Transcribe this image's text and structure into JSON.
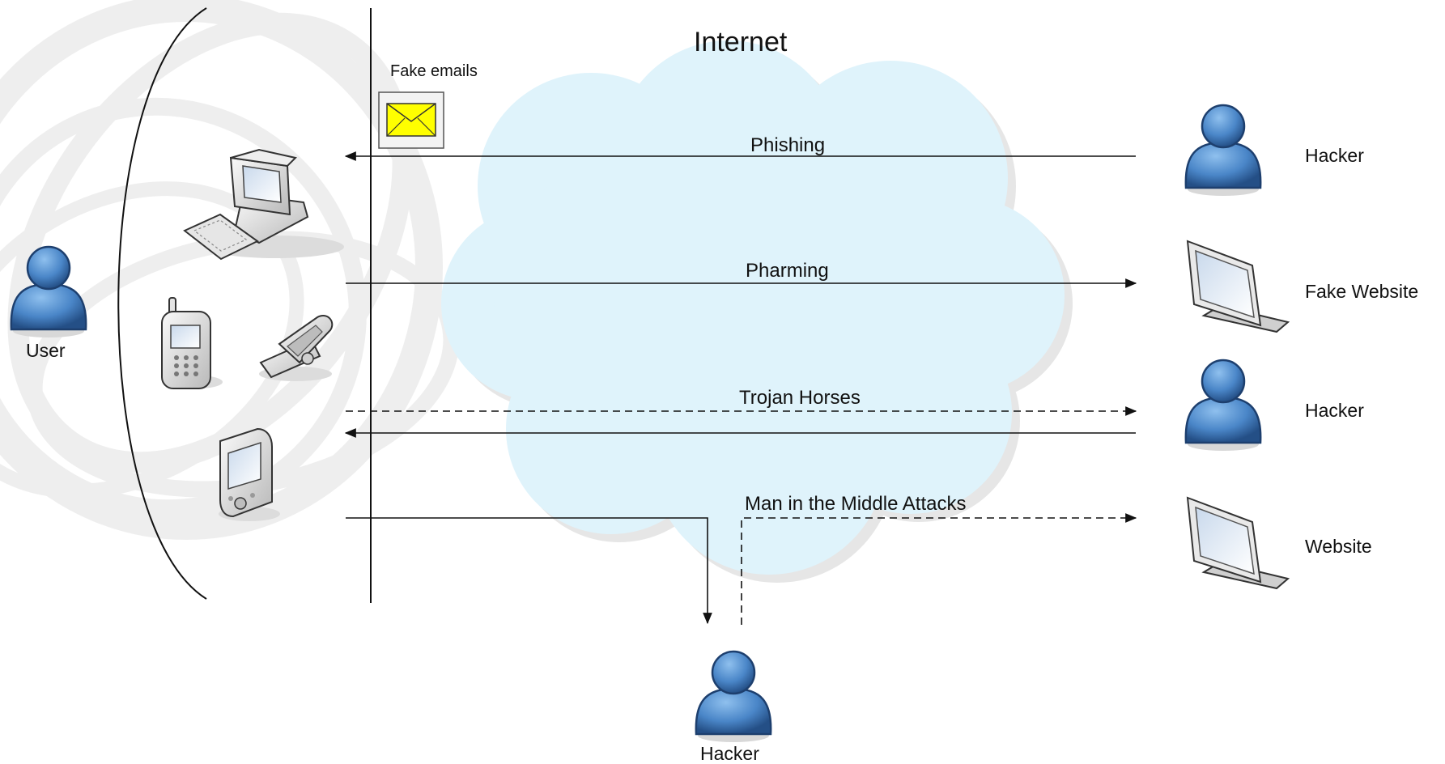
{
  "diagram": {
    "title": "Internet",
    "fake_emails_label": "Fake emails",
    "user_label": "User",
    "attacks": {
      "phishing": "Phishing",
      "pharming": "Pharming",
      "trojan": "Trojan Horses",
      "mitm": "Man in the Middle Attacks"
    },
    "right_nodes": {
      "hacker_1": "Hacker",
      "fake_website": "Fake Website",
      "hacker_2": "Hacker",
      "website": "Website"
    },
    "bottom_hacker_label": "Hacker"
  },
  "colors": {
    "cloud_fill": "#dff3fb",
    "person_blue": "#4a86c8",
    "envelope_yellow": "#ffff00",
    "line": "#111111"
  },
  "icons": [
    "user-icon",
    "desktop-computer-icon",
    "candybar-phone-icon",
    "flip-phone-icon",
    "pda-icon",
    "envelope-icon",
    "hacker-icon",
    "monitor-icon"
  ]
}
